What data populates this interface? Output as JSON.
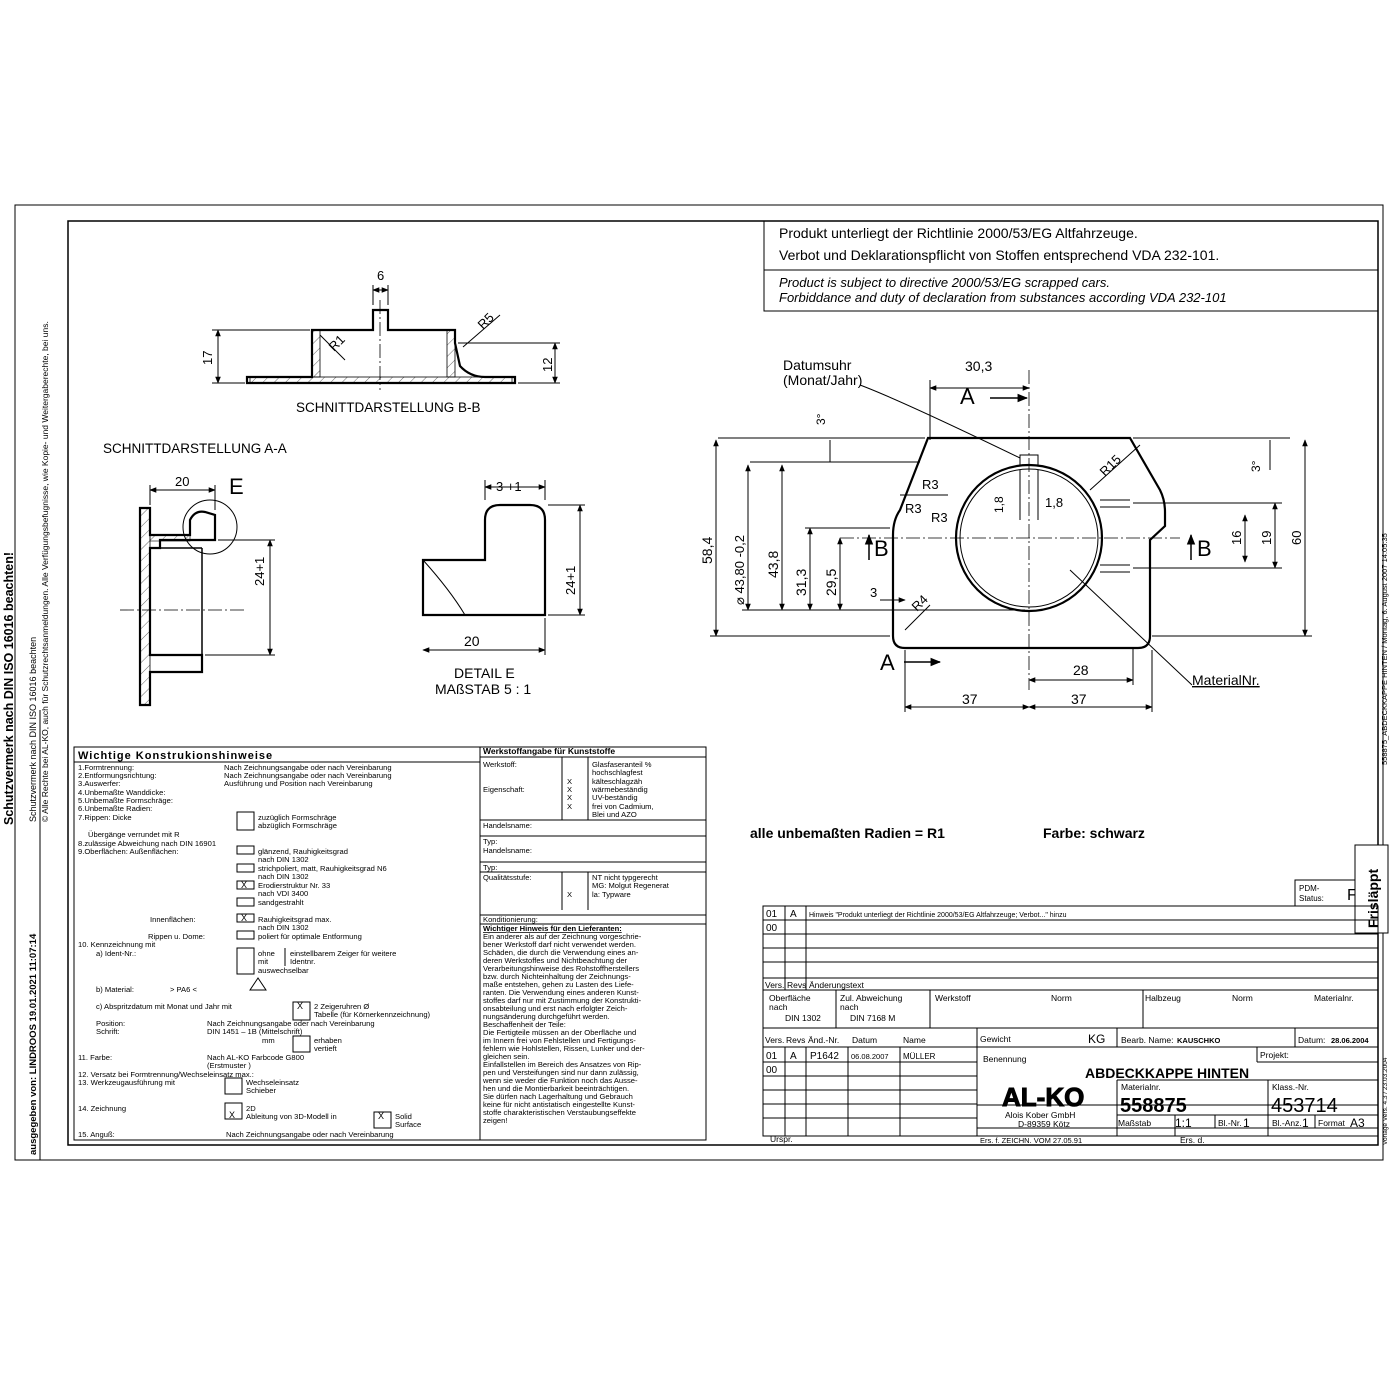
{
  "left_margin": {
    "protection_title": "Schutzvermerk nach DIN ISO 16016 beachten!",
    "issued_by": "ausgegeben von: LINDROOS 19.01.2021 11:07:14",
    "protection_note_1": "Schutzvermerk nach DIN ISO 16016 beachten",
    "protection_note_2": "© Alle Rechte bei AL-KO, auch für Schutzrechtsanmeldungen. Alle Verfügungsbefugnisse, wie Kopie- und Weitergaberechte, bei uns."
  },
  "notice": {
    "de_line1": "Produkt unterliegt der Richtlinie 2000/53/EG Altfahrzeuge.",
    "de_line2": "Verbot und Deklarationspflicht von Stoffen entsprechend VDA 232-101.",
    "en_line1": "Product is subject to directive 2000/53/EG scrapped cars.",
    "en_line2": "Forbiddance and duty of declaration from substances according VDA 232-101"
  },
  "section_bb": {
    "title": "SCHNITTDARSTELLUNG B-B",
    "dims": {
      "width_top": "6",
      "height_left": "17",
      "height_right": "12",
      "radius_r5": "R5",
      "radius_r1": "R1"
    }
  },
  "section_aa": {
    "title": "SCHNITTDARSTELLUNG A-A",
    "detail_marker": "E",
    "dims": {
      "width": "20",
      "height": "24+1"
    }
  },
  "detail_e": {
    "title": "DETAIL E",
    "scale": "MAßSTAB 5 : 1",
    "dims": {
      "top": "3 +1",
      "bottom": "20",
      "height": "24+1"
    }
  },
  "main_view": {
    "date_label_1": "Datumsuhr",
    "date_label_2": "(Monat/Jahr)",
    "dims": {
      "top_width": "30,3",
      "angle_left": "3°",
      "angle_right": "3°",
      "r3_a": "R3",
      "r3_b": "R3",
      "r3_c": "R3",
      "r15": "R15",
      "r4": "R4",
      "d1": "1,8",
      "d2": "1,8",
      "h_584": "58,4",
      "h_4380": "⌀ 43,80 -0,2",
      "h_438": "43,8",
      "h_313": "31,3",
      "h_295": "29,5",
      "small_3": "3",
      "h_16": "16",
      "h_19": "19",
      "h_60": "60",
      "w_28": "28",
      "w_37a": "37",
      "w_37b": "37"
    },
    "section_a_top": "A",
    "section_a_bottom": "A",
    "section_b_left": "B",
    "section_b_right": "B",
    "material_label": "MaterialNr."
  },
  "notes": {
    "radii": "alle unbemaßten Radien = R1",
    "color": "Farbe: schwarz"
  },
  "guidelines": {
    "title": "Wichtige Konstrukionshinweise",
    "lines": [
      "1.Formtrennung:",
      "2.Entformungsrichtung:",
      "3.Auswerfer:",
      "4.Unbemaßte Wanddicke:",
      "5.Unbemaßte Formschräge:",
      "6.Unbemaßte Radien:",
      "7.Rippen: Dicke"
    ],
    "values": [
      "Nach Zeichnungsangabe oder nach Vereinbarung",
      "Nach Zeichnungsangabe oder nach Vereinbarung",
      "Ausführung und Position nach Vereinbarung"
    ],
    "rib_opt_1": "zuzüglich Formschräge",
    "rib_opt_2": "abzüglich Formschräge",
    "transitions": "Übergänge verrundet mit R",
    "deviation": "8.zulässige Abweichung nach DIN 16901",
    "surfaces": "9.Oberflächen: Außenflächen:",
    "surf_1": "glänzend, Rauhigkeitsgrad",
    "surf_1b": "nach DIN 1302",
    "surf_2": "strichpoliert, matt, Rauhigkeitsgrad N6",
    "surf_2b": "nach DIN 1302",
    "surf_3": "Erodierstruktur Nr.     33",
    "surf_3b": "nach VDI 3400",
    "surf_4": "sandgestrahlt",
    "inner": "Innenflächen:",
    "inner_1": "Rauhigkeitsgrad max.",
    "inner_1b": "nach DIN 1302",
    "ribs_dome": "Rippen u. Dome:",
    "ribs_dome_1": "poliert für optimale Entformung",
    "marking": "10. Kennzeichnung mit",
    "ident": "a) Ident-Nr.:",
    "ident_opt_1": "ohne",
    "ident_opt_2": "mit",
    "ident_opt_3": "auswechselbar",
    "ident_opt_4": "einstellbarem Zeiger für weitere",
    "ident_opt_5": "Identnr.",
    "material": "b) Material:",
    "material_val": "> PA6 <",
    "date_stamp": "c) Abspritzdatum mit Monat und Jahr mit",
    "date_opt_1": "2 Zeigeruhren Ø",
    "date_opt_2": "Tabelle (für Körnerkennzeichnung)",
    "position": "Position:",
    "position_val": "Nach Zeichnungsangabe oder nach Vereinbarung",
    "font": "Schrift:",
    "font_val": "DIN 1451 – 1B (Mittelschrift)",
    "mm": "mm",
    "raised": "erhaben",
    "recessed": "vertieft",
    "color": "11. Farbe:",
    "color_val": "Nach AL-KO Farbcode G800",
    "color_val2": "(Erstmuster              )",
    "offset": "12. Versatz bei Formtrennung/Wechseleinsatz max.:",
    "tooling": "13. Werkzeugausführung mit",
    "tool_1": "Wechseleinsatz",
    "tool_2": "Schieber",
    "drawing": "14. Zeichnung",
    "draw_1": "2D",
    "draw_2": "Ableitung von 3D-Modell in",
    "draw_3": "Solid",
    "draw_4": "Surface",
    "gate": "15. Anguß:",
    "gate_val": "Nach Zeichnungsangabe oder nach Vereinbarung"
  },
  "material_spec": {
    "title": "Werkstoffangabe für Kunststoffe",
    "material": "Werkstoff:",
    "properties": "Eigenschaft:",
    "glass": "Glasfaseranteil %",
    "high_impact": "hochschlagfest",
    "cold": "kälteschlagzäh",
    "heat": "wärmebeständig",
    "uv": "UV-beständig",
    "cadmium": "frei von Cadmium,",
    "lead": "Blei und AZO",
    "trade_name": "Handelsname:",
    "type": "Typ:",
    "trade_name2": "Handelsname:",
    "type2": "Typ:",
    "quality": "Qualitätsstufe:",
    "q1": "NT nicht typgerecht",
    "q2": "MG: Molgut Regenerat",
    "q3": "la: Typware",
    "conditioning": "Konditionierung:",
    "warning_title": "Wichtiger Hinweis für den Lieferanten:",
    "warning_lines": [
      "Ein anderer als auf der Zeichnung vorgeschrie-",
      "bener Werkstoff darf nicht verwendet werden.",
      "Schäden, die durch die Verwendung eines an-",
      "deren Werkstoffes und Nichtbeachtung der",
      "Verarbeitungshinweise des Rohstoffherstellers",
      "bzw. durch Nichteinhaltung der Zeichnungs-",
      "maße entstehen, gehen zu Lasten des Liefe-",
      "ranten. Die Verwendung eines anderen Kunst-",
      "stoffes darf nur mit Zustimmung der Konstrukti-",
      "onsabteilung und erst nach erfolgter Zeich-",
      "nungsänderung durchgeführt werden.",
      "Beschaffenheit der Teile:",
      "Die Fertigteile müssen an der Oberfläche und",
      "im Innern frei von Fehlstellen und Fertigungs-",
      "fehlern wie Hohlstellen, Rissen, Lunker und der-",
      "gleichen sein.",
      "Einfallstellen im Bereich des Ansatzes von Rip-",
      "pen und Versteifungen sind nur dann zulässig,",
      "wenn sie weder die Funktion noch das Ausse-",
      "hen und die Montierbarkeit beeinträchtigen.",
      "Sie dürfen nach Lagerhaltung und Gebrauch",
      "keine für nicht antistatisch eingestellte Kunst-",
      "stoffe charakteristischen Verstaubungseffekte",
      "zeigen!"
    ]
  },
  "title_block": {
    "pdm_label": "PDM-",
    "pdm_status": "Status:",
    "pdm_value": "F",
    "stamp": "Frisläppt",
    "rev1_no": "01",
    "rev1_letter": "A",
    "rev1_text": "Hinweis \"Produkt unterliegt der Richtlinie 2000/53/EG Altfahrzeuge; Verbot...\" hinzu",
    "rev2_no": "00",
    "col_vers": "Vers.",
    "col_revs": "Revs",
    "col_change": "Änderungstext",
    "surface": "Oberfläche",
    "surface_nach": "nach",
    "surface_din": "DIN 1302",
    "tolerance": "Zul. Abweichung",
    "tolerance_nach": "nach",
    "tolerance_din": "DIN 7168 M",
    "material": "Werkstoff",
    "norm1": "Norm",
    "semi": "Halbzeug",
    "norm2": "Norm",
    "matno": "Materialnr.",
    "weight": "Gewicht",
    "kg": "KG",
    "designer_label": "Bearb. Name:",
    "designer": "KAUSCHKO",
    "date_label": "Datum:",
    "date": "28.06.2004",
    "project": "Projekt:",
    "col_vers2": "Vers.",
    "col_revs2": "Revs",
    "col_ano": "Änd.-Nr.",
    "col_date": "Datum",
    "col_name": "Name",
    "ch1_vers": "01",
    "ch1_rev": "A",
    "ch1_no": "P1642",
    "ch1_date": "06.08.2007",
    "ch1_name": "MÜLLER",
    "ch2_vers": "00",
    "designation_label": "Benennung",
    "designation": "ABDECKKAPPE HINTEN",
    "logo": "AL-KO",
    "company": "Alois Kober GmbH",
    "address": "D-89359 Kötz",
    "matno_label": "Materialnr.",
    "matno_value": "558875",
    "class_label": "Klass.-Nr.",
    "class_value": "453714",
    "scale_label": "Maßstab",
    "scale_value": "1:1",
    "sheet_label": "Bl.-Nr.",
    "sheet_value": "1",
    "sheets_label": "Bl.-Anz.",
    "sheets_value": "1",
    "format_label": "Format",
    "format_value": "A3",
    "origin": "Urspr.",
    "replacement": "Ers. f. ZEICHN. VOM 27.05.91",
    "replaced_by": "Ers. d."
  },
  "right_margin": {
    "file_info": "558875_ABDECKKAPPE HINTEN / Montag, 6. August 2007 14:05:35",
    "template": "Vorlage Vers. 4.3 / 23.03.2004"
  }
}
